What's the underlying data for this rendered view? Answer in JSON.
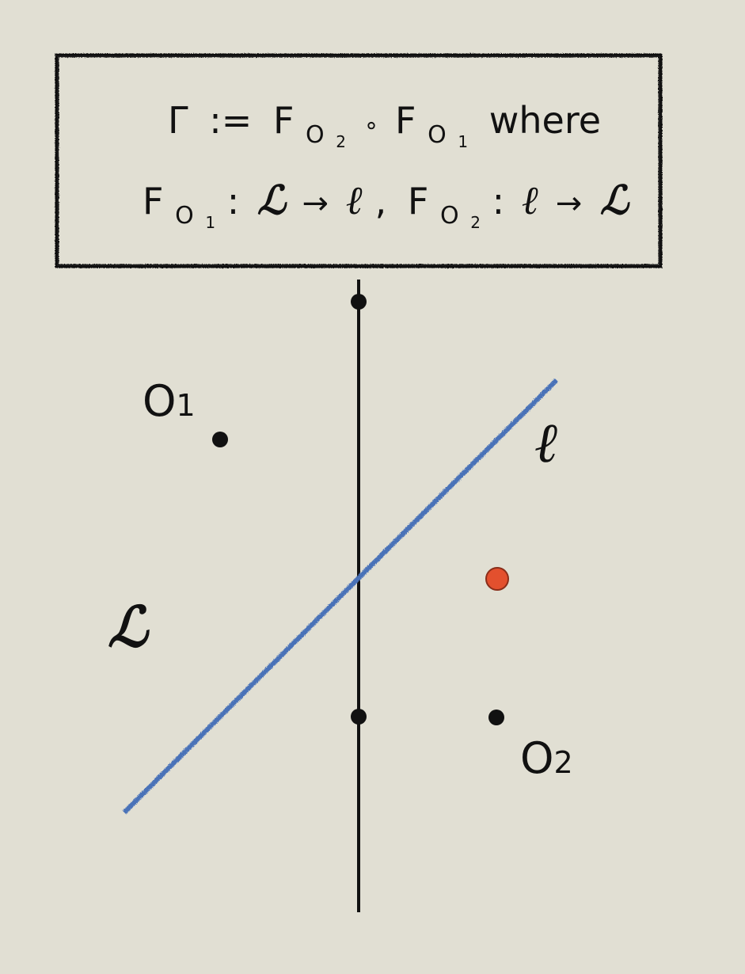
{
  "formula": {
    "line1": {
      "gamma": "Γ",
      "assign": ":=",
      "f1": "F",
      "f1_sub": "O",
      "f1_subsub": "2",
      "compose": "∘",
      "f2": "F",
      "f2_sub": "O",
      "f2_subsub": "1",
      "where": "where"
    },
    "line2": {
      "f1": "F",
      "f1_sub": "O",
      "f1_subsub": "1",
      "colon1": ":",
      "map1_from": "ℒ",
      "arrow1": "→",
      "map1_to": "ℓ",
      "comma": ",",
      "f2": "F",
      "f2_sub": "O",
      "f2_subsub": "2",
      "colon2": ":",
      "map2_from": "ℓ",
      "arrow2": "→",
      "map2_to": "ℒ"
    }
  },
  "labels": {
    "line_L": "ℒ",
    "line_l": "ℓ",
    "O1": "O",
    "O1_sub": "1",
    "O2": "O",
    "O2_sub": "2"
  },
  "colors": {
    "background": "#e1dfd3",
    "line_blue": "#4a72b8",
    "axis": "#111111",
    "highlight_point": "#e3502e"
  }
}
